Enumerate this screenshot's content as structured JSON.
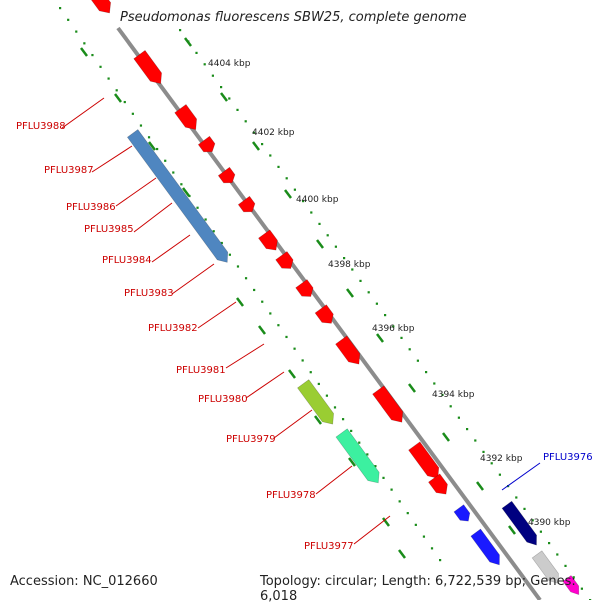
{
  "title": "Pseudomonas fluorescens SBW25, complete genome",
  "footer": {
    "accession": "Accession: NC_012660",
    "topology": "Topology: circular; Length: 6,722,539 bp; Genes: 6,018"
  },
  "scale_labels": [
    "4404 kbp",
    "4402 kbp",
    "4400 kbp",
    "4398 kbp",
    "4396 kbp",
    "4394 kbp",
    "4392 kbp",
    "4390 kbp"
  ],
  "gene_labels_inner": [
    "PFLU3988",
    "PFLU3987",
    "PFLU3986",
    "PFLU3985",
    "PFLU3984",
    "PFLU3983",
    "PFLU3982",
    "PFLU3981",
    "PFLU3980",
    "PFLU3979",
    "PFLU3978",
    "PFLU3977"
  ],
  "gene_labels_outer": [
    "PFLU3976"
  ],
  "colors": {
    "cds": "#ff0000",
    "label_red": "#cc0000",
    "label_blue": "#0000cc",
    "backbone": "#8c8c8c",
    "dots": "#1a8c1a",
    "steel_blue": "#4f86c0",
    "lime": "#9acd32",
    "aqua_green": "#3cf0a0",
    "blue": "#1a1aff",
    "navy": "#000080",
    "grey_cds": "#cccccc",
    "magenta": "#ff00cc"
  }
}
